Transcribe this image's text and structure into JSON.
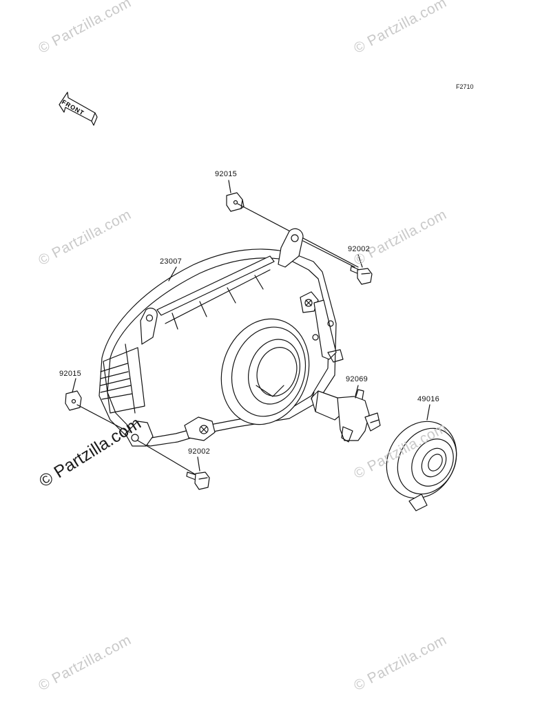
{
  "diagram": {
    "code": "F2710",
    "front_label": "FRONT",
    "callouts": {
      "bracket_top": "92015",
      "bolt_top": "92002",
      "headlight": "23007",
      "bracket_left": "92015",
      "bolt_bottom": "92002",
      "bulb": "92069",
      "cover": "49016"
    }
  },
  "watermark": {
    "text": "© Partzilla.com"
  }
}
